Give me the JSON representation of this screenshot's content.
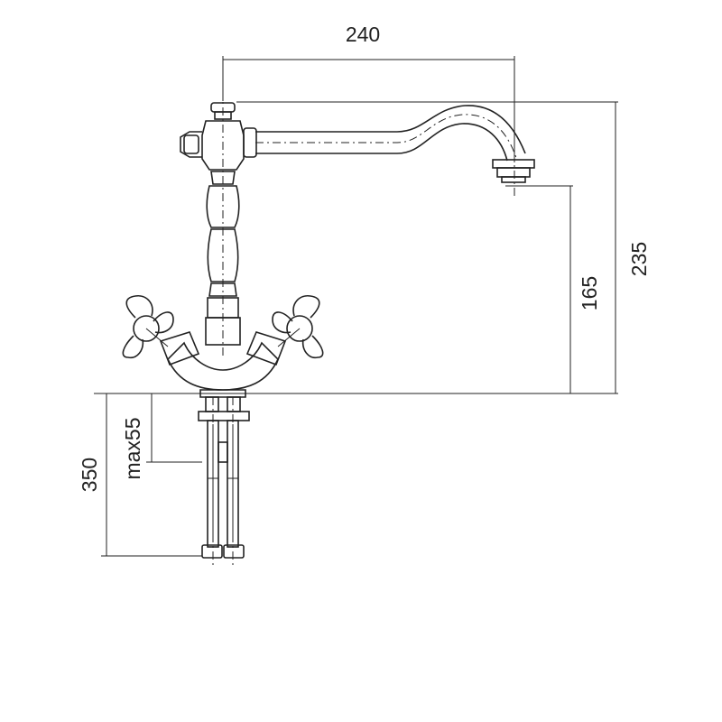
{
  "dimensions": {
    "spout_reach": "240",
    "total_height": "235",
    "outlet_height": "165",
    "pipe_length": "350",
    "max_deck_thickness": "max55"
  },
  "colors": {
    "line": "#222222",
    "background": "#ffffff"
  }
}
